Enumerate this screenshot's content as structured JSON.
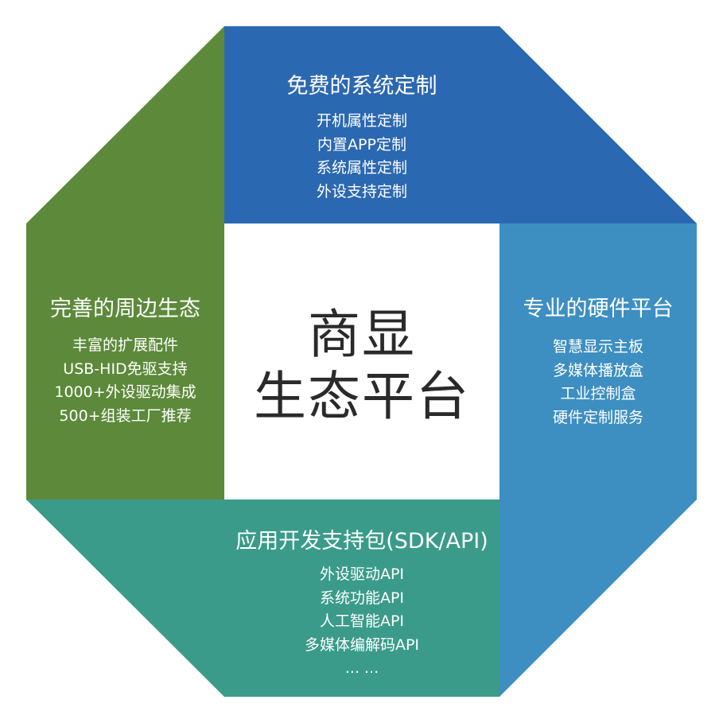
{
  "colors": {
    "top": "#2b68b2",
    "right": "#3d8fc2",
    "left": "#5c8a3a",
    "bottom": "#3a9b8a",
    "center_text": "#2a2a2a"
  },
  "center": {
    "line1": "商显",
    "line2": "生态平台"
  },
  "top": {
    "title": "免费的系统定制",
    "items": [
      "开机属性定制",
      "内置APP定制",
      "系统属性定制",
      "外设支持定制"
    ]
  },
  "right": {
    "title": "专业的硬件平台",
    "items": [
      "智慧显示主板",
      "多媒体播放盒",
      "工业控制盒",
      "硬件定制服务"
    ]
  },
  "left": {
    "title": "完善的周边生态",
    "items": [
      "丰富的扩展配件",
      "USB-HID免驱支持",
      "1000+外设驱动集成",
      "500+组装工厂推荐"
    ]
  },
  "bottom": {
    "title": "应用开发支持包(SDK/API)",
    "items": [
      "外设驱动API",
      "系统功能API",
      "人工智能API",
      "多媒体编解码API",
      "... ..."
    ]
  }
}
